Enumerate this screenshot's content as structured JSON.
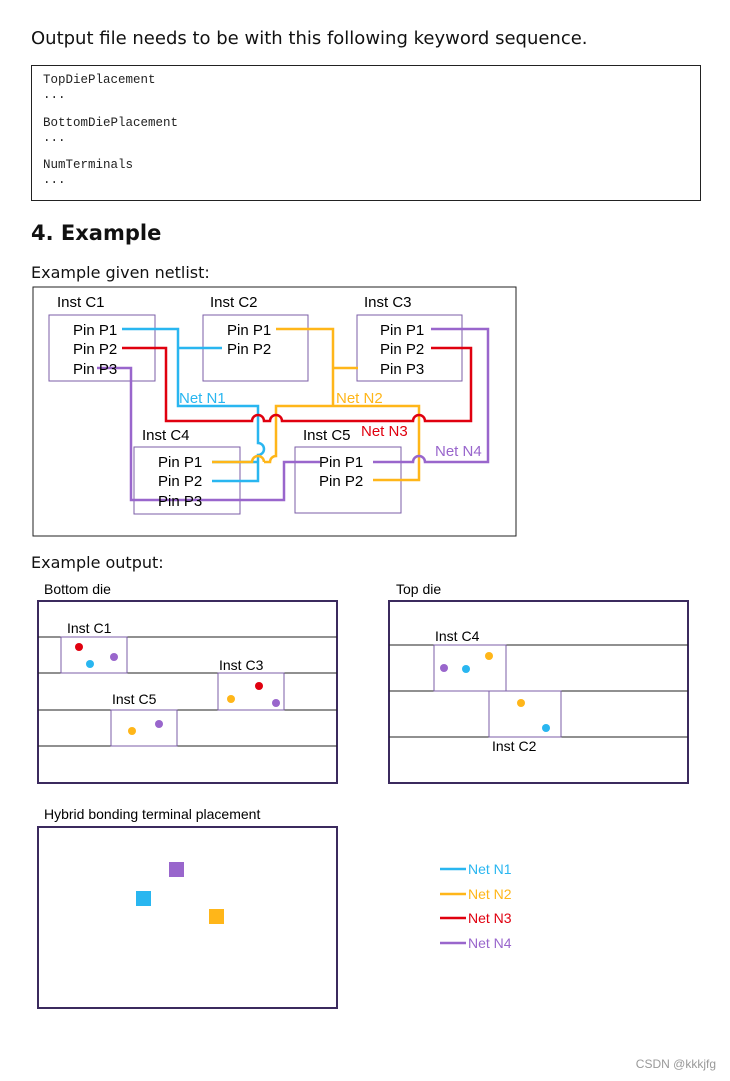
{
  "intro_text": "Output file needs to be with this following keyword sequence.",
  "code_lines": [
    "TopDiePlacement",
    "...",
    "BottomDiePlacement",
    "...",
    "NumTerminals",
    "..."
  ],
  "section_heading": "4. Example",
  "netlist_caption": "Example given netlist:",
  "output_caption": "Example output:",
  "colors": {
    "N1": "#29b6f0",
    "N2": "#ffb619",
    "N3": "#e0000f",
    "N4": "#9966cc",
    "box": "#7b5ea7",
    "frame": "#3b2a5e"
  },
  "netlist": {
    "instances": [
      {
        "name": "Inst C1",
        "pins": [
          "Pin P1",
          "Pin P2",
          "Pin P3"
        ]
      },
      {
        "name": "Inst C2",
        "pins": [
          "Pin P1",
          "Pin P2"
        ]
      },
      {
        "name": "Inst C3",
        "pins": [
          "Pin P1",
          "Pin P2",
          "Pin P3"
        ]
      },
      {
        "name": "Inst C4",
        "pins": [
          "Pin P1",
          "Pin P2",
          "Pin P3"
        ]
      },
      {
        "name": "Inst C5",
        "pins": [
          "Pin P1",
          "Pin P2"
        ]
      }
    ],
    "nets": [
      "Net N1",
      "Net N2",
      "Net N3",
      "Net N4"
    ]
  },
  "bottom_die": {
    "title": "Bottom die",
    "instances": [
      "Inst C1",
      "Inst C3",
      "Inst C5"
    ]
  },
  "top_die": {
    "title": "Top die",
    "instances": [
      "Inst C4",
      "Inst C2"
    ]
  },
  "hybrid": {
    "title": "Hybrid bonding terminal placement"
  },
  "legend": [
    "Net N1",
    "Net N2",
    "Net N3",
    "Net N4"
  ],
  "watermark": "CSDN @kkkjfg"
}
